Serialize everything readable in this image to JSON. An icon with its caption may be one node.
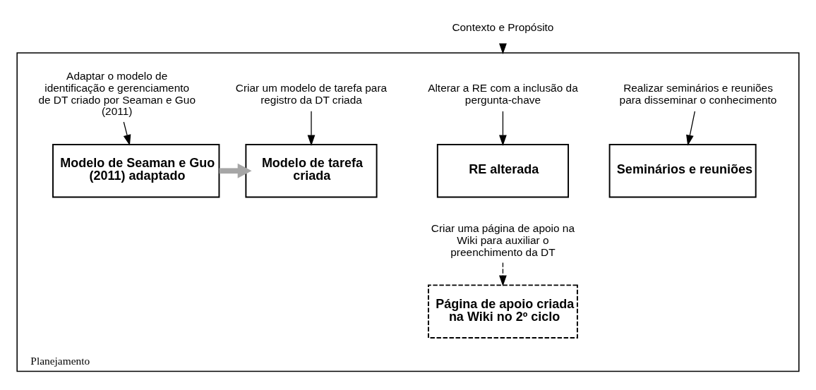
{
  "diagram": {
    "nodes": [
      {
        "text": [
          "Planejamento"
        ]
      },
      {
        "text": [
          "Contexto e Propósito"
        ]
      },
      {
        "text": [
          "Realizar seminários e reuniões para disseminar o conhecimento"
        ],
        "in": 0
      },
      {
        "text": [
          "Seminários e reuniões"
        ],
        "in": 0
      },
      {
        "text": [
          "Alterar a RE com a inclusão da pergunta-chave"
        ],
        "in": 0
      },
      {
        "text": [
          "RE alterada"
        ],
        "in": 0
      },
      {
        "text": [
          "Adaptar o modelo de identificação e gerenciamento de DT criado por Seaman e Guo (2011)"
        ],
        "in": 0
      },
      {
        "text": [
          "Modelo de Seaman e Guo (2011) adaptado"
        ],
        "in": 0
      },
      {
        "text": [
          "Criar um modelo de tarefa para registro da DT criada"
        ],
        "in": 0
      },
      {
        "text": [
          "Modelo de tarefa criada"
        ],
        "in": 0
      },
      {
        "text": [
          "Criar uma página de apoio na Wiki para auxiliar o preenchimento da DT"
        ],
        "in": 0
      },
      {
        "text": [
          "Página de apoio criada na Wiki no 2º ciclo"
        ],
        "in": 0
      }
    ],
    "edges": [
      {
        "from": 1,
        "to": 0,
        "arrow": "to",
        "style": "dashed"
      },
      {
        "from": 2,
        "to": 3,
        "arrow": "to"
      },
      {
        "from": 4,
        "to": 5,
        "arrow": "to"
      },
      {
        "from": 6,
        "to": 7,
        "arrow": "to"
      },
      {
        "from": 8,
        "to": 9,
        "arrow": "to"
      },
      {
        "from": 7,
        "to": 9,
        "arrow": "to",
        "style": "thick",
        "color": "#a6a6a6"
      },
      {
        "from": 10,
        "to": 11,
        "arrow": "to",
        "style": "dashed"
      }
    ]
  }
}
